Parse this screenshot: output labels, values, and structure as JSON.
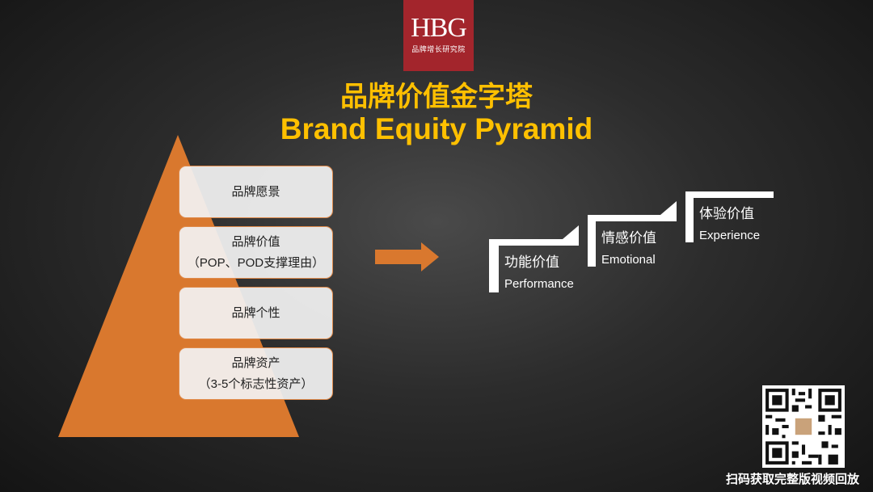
{
  "logo": {
    "mark": "HBG",
    "subtitle": "品牌增长研究院"
  },
  "title": {
    "cn": "品牌价值金字塔",
    "en": "Brand Equity Pyramid"
  },
  "pyramid": {
    "levels": [
      {
        "line1": "品牌愿景",
        "line2": ""
      },
      {
        "line1": "品牌价值",
        "line2": "（POP、POD支撑理由）"
      },
      {
        "line1": "品牌个性",
        "line2": ""
      },
      {
        "line1": "品牌资产",
        "line2": "（3-5个标志性资产）"
      }
    ]
  },
  "steps": [
    {
      "cn": "功能价值",
      "en": "Performance"
    },
    {
      "cn": "情感价值",
      "en": "Emotional"
    },
    {
      "cn": "体验价值",
      "en": "Experience"
    }
  ],
  "qr": {
    "caption": "扫码获取完整版视频回放"
  },
  "colors": {
    "accent": "#ffc000",
    "pyramid": "#d9782e",
    "logo": "#a3252c"
  }
}
